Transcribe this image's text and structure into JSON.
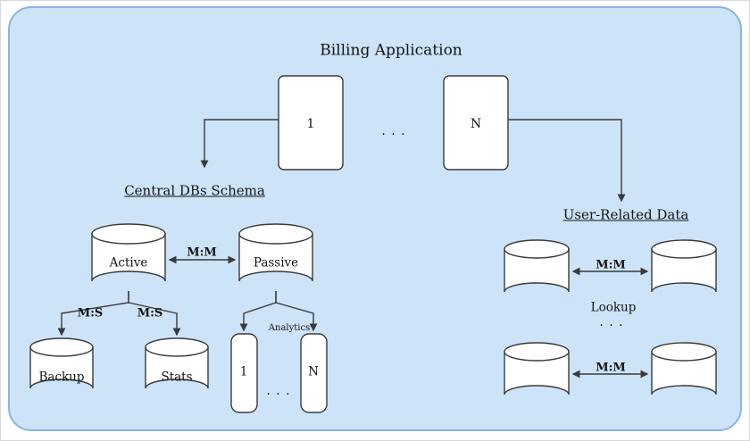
{
  "title": "Billing Application",
  "app": {
    "node1": "1",
    "nodeN": "N",
    "ellipsis": ". . ."
  },
  "central": {
    "heading": "Central DBs Schema",
    "active": "Active",
    "passive": "Passive",
    "backup": "Backup",
    "stats": "Stats",
    "mm": "M:M",
    "ms_backup": "M:S",
    "ms_stats": "M:S",
    "analytics_caption": "Analytics",
    "analytics_1": "1",
    "analytics_n": "N",
    "ellipsis": ". . ."
  },
  "user_data": {
    "heading": "User-Related Data",
    "mm_top": "M:M",
    "mm_bottom": "M:M",
    "lookup": "Lookup",
    "ellipsis": ". . ."
  },
  "colors": {
    "canvas_fill": "#cde3f8",
    "canvas_border": "#8ab4e0",
    "shape_fill": "#ffffff",
    "stroke": "#3a3a3a",
    "text": "#141414"
  }
}
